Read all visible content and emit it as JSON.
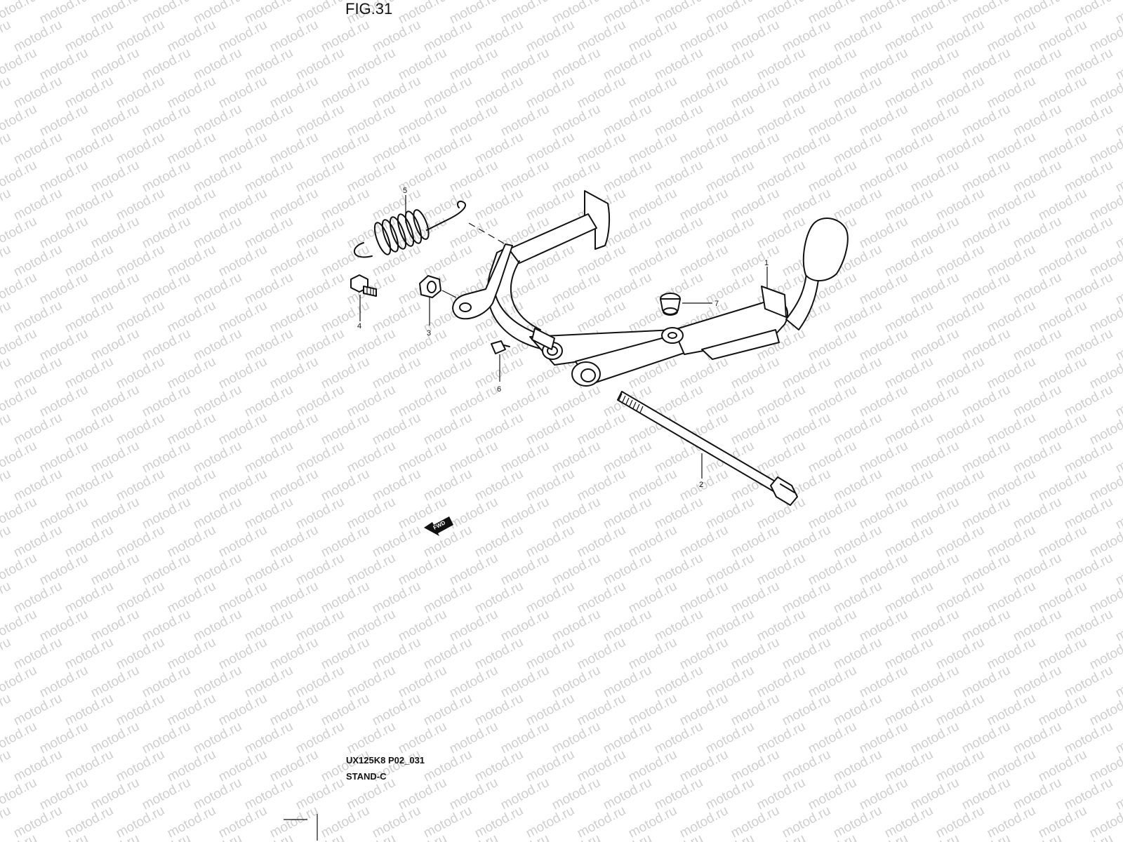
{
  "figure": {
    "title": "FIG.31"
  },
  "watermark": {
    "text": "motod.ru"
  },
  "footer": {
    "code": "UX125K8 P02_031",
    "name": "STAND-C"
  },
  "parts": [
    {
      "number": "1"
    },
    {
      "number": "2"
    },
    {
      "number": "3"
    },
    {
      "number": "4"
    },
    {
      "number": "5"
    },
    {
      "number": "6"
    },
    {
      "number": "7"
    }
  ],
  "direction_badge": {
    "text": "FWD"
  }
}
